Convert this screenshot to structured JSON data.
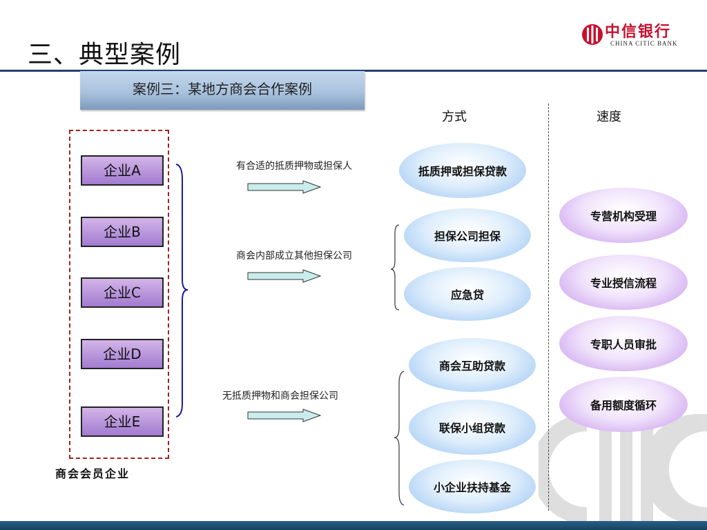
{
  "title": "三、典型案例",
  "subtitle": "案例三：某地方商会合作案例",
  "logo": {
    "cn": "中信银行",
    "en": "CHINA CITIC BANK",
    "color": "#c8102e"
  },
  "columns": {
    "method": "方式",
    "speed": "速度"
  },
  "members": {
    "label": "商会会员企业",
    "enterprises": [
      "企业A",
      "企业B",
      "企业C",
      "企业D",
      "企业E"
    ]
  },
  "conditions": [
    {
      "text": "有合适的抵质押物或担保人",
      "methods": [
        "抵质押或担保贷款"
      ]
    },
    {
      "text": "商会内部成立其他担保公司",
      "methods": [
        "担保公司担保",
        "应急贷"
      ]
    },
    {
      "text": "无抵质押物和商会担保公司",
      "methods": [
        "商会互助贷款",
        "联保小组贷款",
        "小企业扶持基金"
      ]
    }
  ],
  "speed_items": [
    "专营机构受理",
    "专业授信流程",
    "专职人员审批",
    "备用额度循环"
  ],
  "colors": {
    "accent": "#1f3f6e",
    "enterprise": "#a27bd0",
    "method_oval": "#97c3f1",
    "speed_oval": "#c694ec",
    "member_border": "#a02020"
  }
}
